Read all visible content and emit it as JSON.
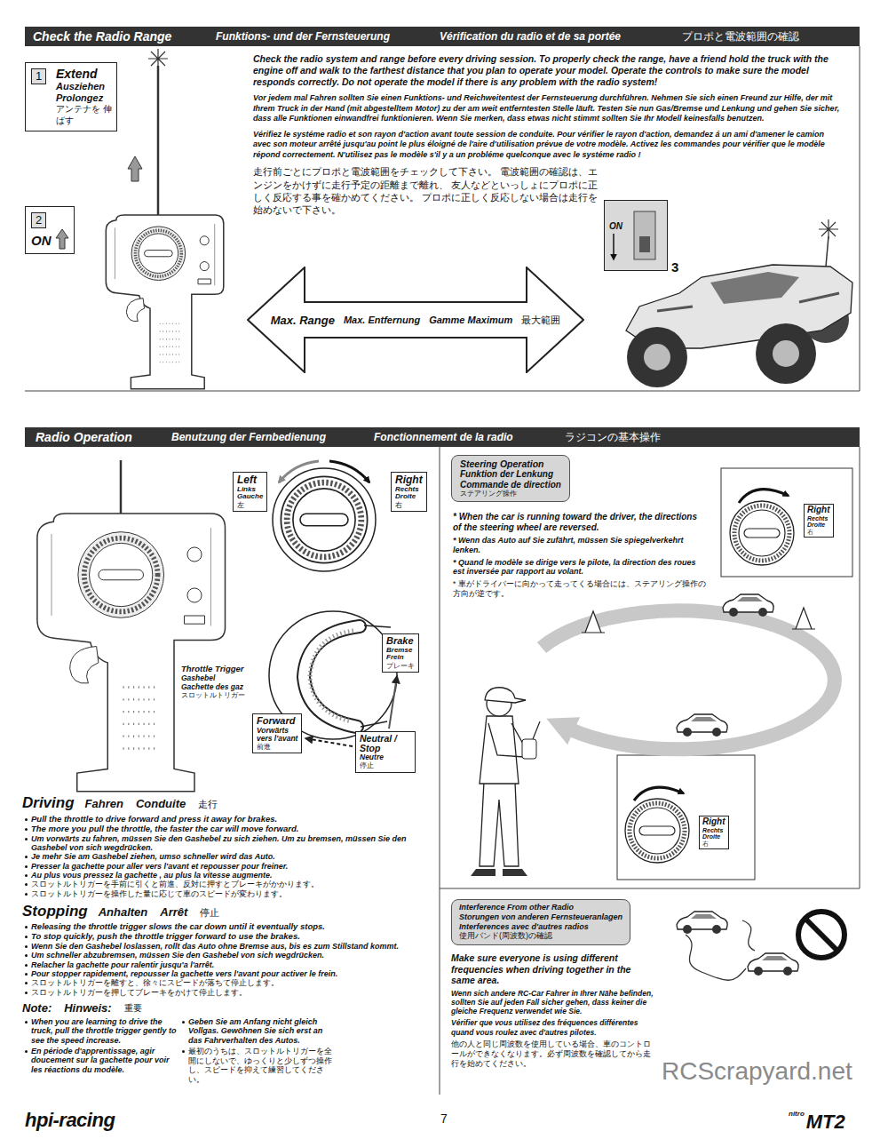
{
  "diagram": {
    "nodes": [
      {
        "text": [
          "Check the Radio Range",
          "Funktions- und der Fernsteuerung",
          "Vérification du radio et de sa portée",
          "プロポと電波範囲の確認"
        ]
      },
      {
        "text": [
          "Extend",
          "Ausziehen",
          "Prolongez",
          "アンテナを 伸ばす"
        ]
      },
      {
        "text": [
          "1"
        ],
        "in": 1
      },
      {
        "text": [
          "ON"
        ]
      },
      {
        "text": [
          "2"
        ],
        "in": 3
      },
      {
        "text": [
          "Max. Range",
          "Max. Entfernung",
          "Gamme Maximum",
          "最大範囲"
        ]
      },
      {
        "text": [
          "ON"
        ]
      },
      {
        "text": [
          "Radio Operation",
          "Benutzung der Fernbedienung",
          "Fonctionnement de la radio",
          "ラジコンの基本操作"
        ]
      },
      {
        "text": [
          "Left",
          "Links",
          "Gauche",
          "左"
        ]
      },
      {
        "text": [
          "Right",
          "Rechts",
          "Droite",
          "右"
        ]
      },
      {
        "text": [
          "Brake",
          "Bremse",
          "Frein",
          "ブレーキ"
        ]
      },
      {
        "text": [
          "Forward",
          "Vorwärts",
          "vers l'avant",
          "前進"
        ]
      },
      {
        "text": [
          "Neutral / Stop",
          "Neutre",
          "停止"
        ]
      },
      {
        "text": [
          "Steering Operation",
          "Funktion der Lenkung",
          "Commande de direction",
          "ステアリング操作"
        ]
      },
      {
        "text": [
          "Right",
          "Rechts",
          "Droite",
          "右"
        ]
      },
      {
        "text": [
          "Right",
          "Rechts",
          "Droite",
          "右"
        ]
      },
      {
        "text": [
          "Interference From other Radio",
          "Storungen von anderen Fernsteueranlagen",
          "Interferences avec d'autres radios",
          "使用バンド(周波数)の確認"
        ]
      }
    ],
    "edges": [
      {
        "from": 12,
        "to": 11,
        "arrow": "to"
      },
      {
        "from": 12,
        "to": 10,
        "arrow": "to"
      }
    ],
    "labels": [
      "Check the radio system and range before every driving session. To properly check the range, have a friend hold the truck with the engine off and walk to the farthest distance that you plan to operate your model. Operate the controls to make sure the model responds correctly. Do not operate the model if there is any problem with the radio system!",
      "Vor jedem mal Fahren sollten Sie einen Funktions- und Reichweitentest der Fernsteuerung durchführen. Nehmen Sie sich einen Freund zur Hilfe, der mit Ihrem Truck in der Hand (mit abgestelltem Motor) zu der am weit entferntesten Stelle läuft. Testen Sie nun Gas/Bremse und Lenkung und gehen Sie sicher, dass alle Funktionen einwandfrei funktionieren. Wenn Sie merken, dass etwas nicht stimmt sollten Sie Ihr Modell keinesfalls benutzen.",
      "Vérifiez le systéme radio et son rayon d'action avant toute session de conduite. Pour vérifier le rayon d'action, demandez á un ami d'amener le camion avec son moteur arrêté jusqu'au point le plus éloigné de l'aire d'utilisation prévue de votre modèle. Activez les commandes pour vérifier que le modèle répond correctement. N'utilisez pas le modèle s'il y a un probléme quelconque avec le systéme radio !",
      "走行前ごとにプロポと電波範囲をチェックして下さい。 電波範囲の確認は、エンジンをかけずに走行予定の距離まで離れ、 友人などといっしょにプロポに正しく反応する事を確かめてください。 プロポに正しく反応しない場合は走行を始めないで下さい。",
      "3",
      "Throttle Trigger",
      "Gashebel",
      "Gachette des gaz",
      "スロットルトリガー",
      "* When the car is running toward the driver, the directions of the steering wheel are reversed.",
      "* Wenn das Auto auf Sie zufährt, müssen Sie spiegelverkehrt lenken.",
      "* Quand le modèle se dirige vers le pilote, la direction des roues est inversée par rapport au volant.",
      "* 車がドライバーに向かって走ってくる場合には、ステアリング操作の方向が逆です。",
      "Driving",
      "Fahren",
      "Conduite",
      "走行",
      "Pull the throttle to drive forward and press it away for brakes.",
      "The more you pull the throttle, the faster the car will move forward.",
      "Um vorwärts zu fahren, müssen Sie den Gashebel zu sich ziehen. Um zu bremsen, müssen Sie den Gashebel von sich wegdrücken.",
      "Je mehr Sie am Gashebel ziehen, umso schneller wird das Auto.",
      "Presser la gachette pour aller vers l'avant et repousser pour freiner.",
      "Au plus vous pressez la gachette , au plus la vitesse augmente.",
      "スロットルトリガーを手前に引くと前進、反対に押すとブレーキがかかります。",
      "スロットルトリガーを操作した量に応じて車のスピードが変わります。",
      "Stopping",
      "Anhalten",
      "Arrêt",
      "停止",
      "Releasing the throttle trigger slows the car down until it eventually stops.",
      "To stop quickly, push the throttle trigger forward to use the brakes.",
      "Wenn Sie den Gashebel loslassen, rollt das Auto ohne Bremse aus, bis es zum Stillstand kommt.",
      "Um schneller abzubremsen, müssen Sie den Gashebel von sich wegdrücken.",
      "Relacher la gachette pour ralentir jusqu'a l'arrêt.",
      "Pour stopper rapidement, repousser la gachette vers l'avant pour activer le frein.",
      "スロットルトリガーを離すと、徐々にスピードが落ちて停止します。",
      "スロットルトリガーを押してブレーキをかけて停止します。",
      "Note:",
      "Hinweis:",
      "重要",
      "When you are learning to drive the truck, pull the throttle trigger gently to see the speed increase.",
      "En période d'apprentissage, agir doucement sur la gachette pour voir les réactions du modèle.",
      "Geben Sie am Anfang nicht gleich Vollgas. Gewöhnen Sie sich erst an das Fahrverhalten des Autos.",
      "最初のうちは、スロットルトリガーを全開にしないで、ゆっくりと少しずつ操作し、スピードを抑えて練習してください。",
      "Make sure everyone is using different frequencies when driving together in the same area.",
      "Wenn sich andere RC-Car Fahrer in Ihrer Nähe befinden, sollten Sie auf jeden Fall sicher gehen, dass keiner die gleiche Frequenz verwendet wie Sie.",
      "Vérifier que vous utilisez des fréquences différentes quand vous roulez avec d'autres pilotes.",
      "他の人と同じ周波数を使用している場合、車のコントロールができなくなります。必ず周波数を確認してから走行を始めてください。",
      "hpi-racing",
      "7",
      "nitro",
      "MT2",
      "RCScrapyard.net"
    ]
  }
}
